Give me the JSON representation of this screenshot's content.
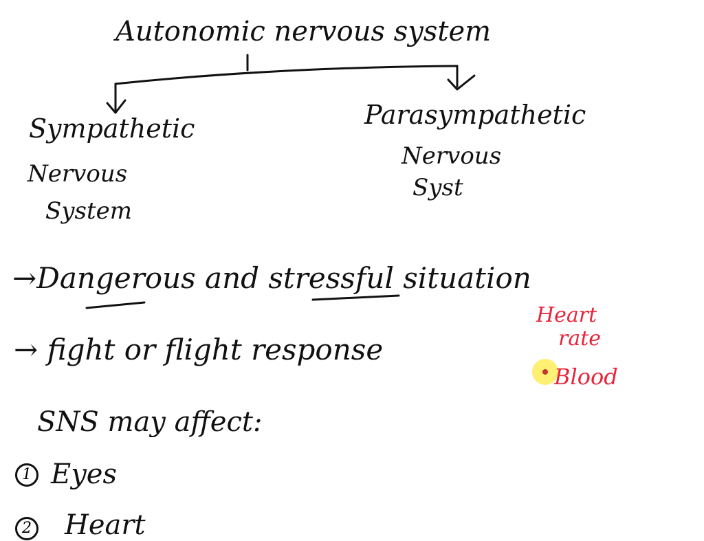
{
  "title": "Autonomic nervous system",
  "branches": {
    "left": {
      "line1": "Sympathetic",
      "line2": "Nervous",
      "line3": "System"
    },
    "right": {
      "line1": "Parasympathetic",
      "line2": "Nervous",
      "line3": "Syst"
    }
  },
  "notes": [
    {
      "arrow": "→",
      "text_before": "",
      "underlined_1": "Danger",
      "text_mid": "ous and ",
      "underlined_2": "stressful",
      "text_after": " situation"
    },
    {
      "arrow": "→",
      "text": "fight or flight response"
    }
  ],
  "sns_heading": "SNS may affect:",
  "effects": [
    {
      "number": "1",
      "label": "Eyes"
    },
    {
      "number": "2",
      "label": "Heart"
    }
  ],
  "side_notes": {
    "line1": "Heart",
    "line2": "rate",
    "line3": "Blood"
  },
  "colors": {
    "ink": "#111111",
    "accent": "#e8243a",
    "pointer": "#ffec5a"
  }
}
